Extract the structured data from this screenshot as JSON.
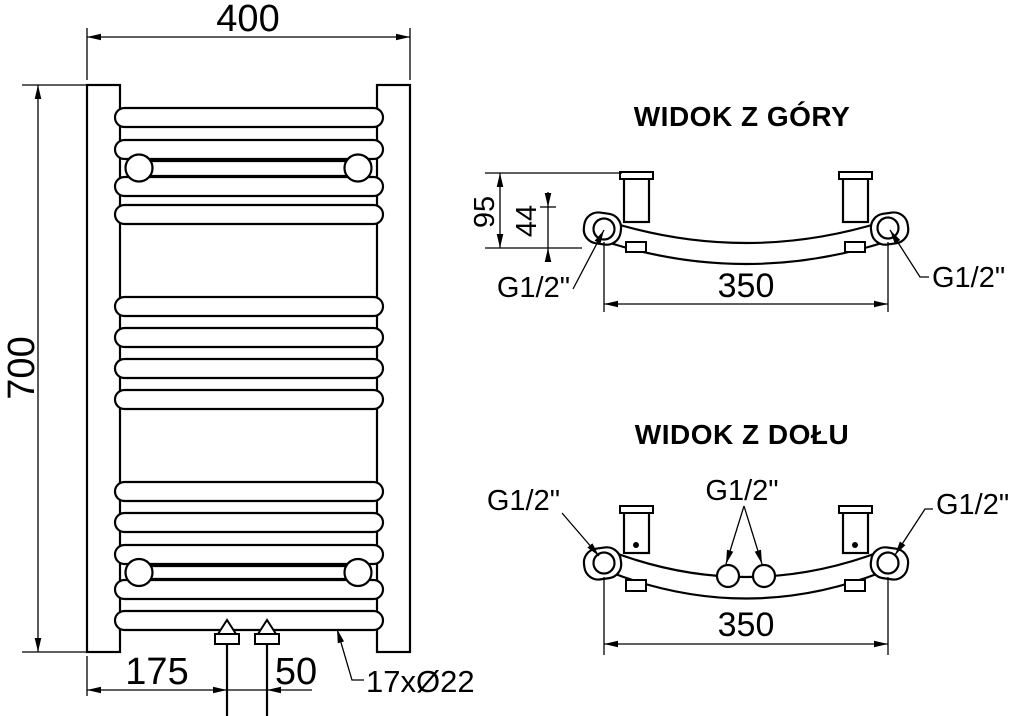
{
  "colors": {
    "line": "#000000",
    "background": "#ffffff"
  },
  "front_view": {
    "width_label": "400",
    "height_label": "700",
    "valve_offset_label": "175",
    "valve_spacing_label": "50",
    "tube_spec_label": "17xØ22"
  },
  "top_view": {
    "title": "WIDOK Z GÓRY",
    "depth_label": "95",
    "axis_label": "44",
    "span_label": "350",
    "left_conn_label": "G1/2\"",
    "right_conn_label": "G1/2\""
  },
  "bottom_view": {
    "title": "WIDOK Z DOŁU",
    "span_label": "350",
    "left_conn_label": "G1/2\"",
    "center_conn_label": "G1/2\"",
    "right_conn_label": "G1/2\""
  }
}
